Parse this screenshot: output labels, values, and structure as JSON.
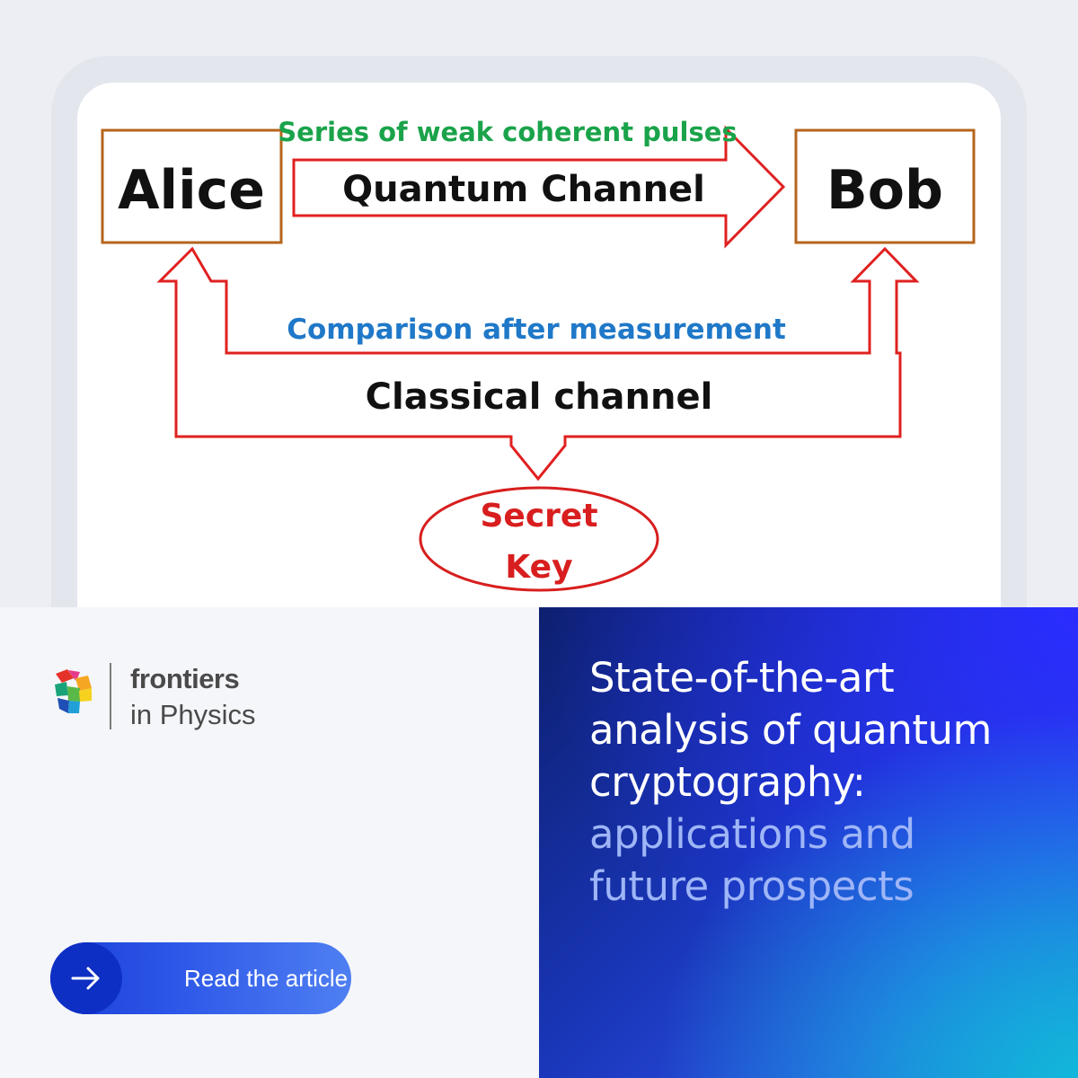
{
  "diagram": {
    "alice": "Alice",
    "bob": "Bob",
    "quantum_note": "Series of weak coherent pulses",
    "quantum_channel": "Quantum Channel",
    "comparison_note": "Comparison after measurement",
    "classical_channel": "Classical channel",
    "secret_key_line1": "Secret",
    "secret_key_line2": "Key"
  },
  "brand": {
    "name_line1": "frontiers",
    "name_line2": "in Physics"
  },
  "cta": {
    "label": "Read the article"
  },
  "headline": {
    "main": "State-of-the-art\nanalysis of quantum\ncryptography:",
    "sub": "applications and\nfuture prospects"
  },
  "colors": {
    "box_border": "#b5651d",
    "arrow_red": "#e02020",
    "note_green": "#1aa34a",
    "note_blue": "#1f78c8",
    "key_red": "#d81e1e"
  }
}
